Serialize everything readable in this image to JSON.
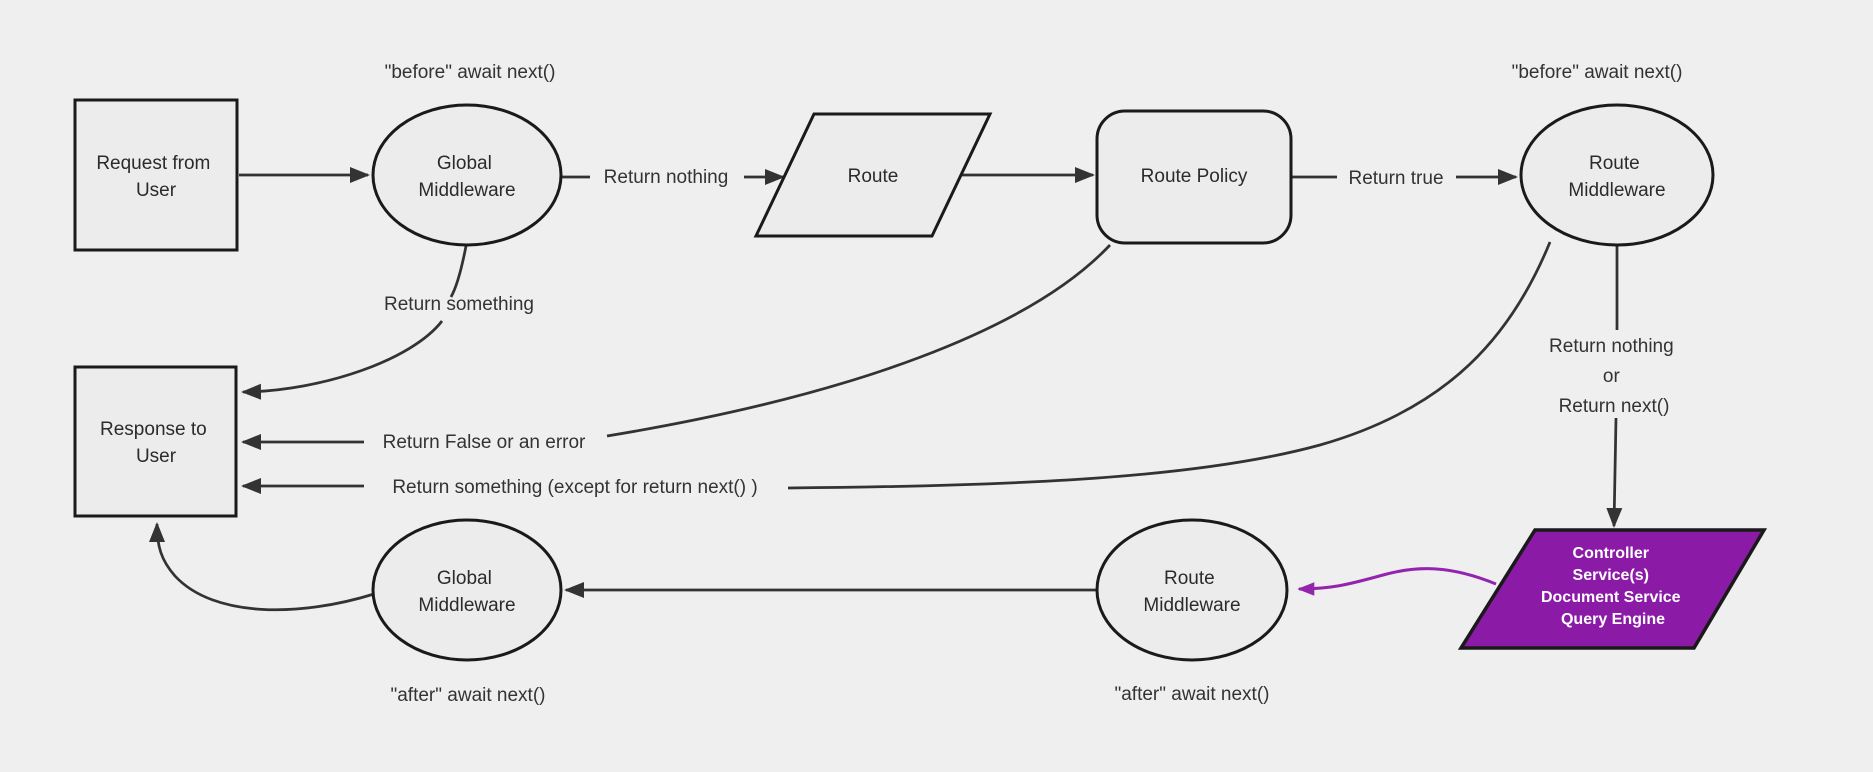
{
  "diagram": {
    "type": "flowchart-middleware-lifecycle",
    "nodes": {
      "request": {
        "shape": "rectangle",
        "lines": [
          "Request from",
          "User"
        ]
      },
      "global_middleware_top": {
        "shape": "ellipse",
        "lines": [
          "Global",
          "Middleware"
        ]
      },
      "route": {
        "shape": "parallelogram",
        "label": "Route"
      },
      "route_policy": {
        "shape": "rounded-rectangle",
        "label": "Route Policy"
      },
      "route_middleware_top": {
        "shape": "ellipse",
        "lines": [
          "Route",
          "Middleware"
        ]
      },
      "response": {
        "shape": "rectangle",
        "lines": [
          "Response to",
          "User"
        ]
      },
      "global_middleware_bottom": {
        "shape": "ellipse",
        "lines": [
          "Global",
          "Middleware"
        ]
      },
      "route_middleware_bottom": {
        "shape": "ellipse",
        "lines": [
          "Route",
          "Middleware"
        ]
      },
      "controller": {
        "shape": "parallelogram",
        "lines": [
          "Controller",
          "Service(s)",
          "Document Service",
          "Query Engine"
        ]
      }
    },
    "edge_labels": {
      "return_nothing": "Return nothing",
      "return_true": "Return true",
      "return_something": "Return something",
      "return_false_or_error": "Return False or an error",
      "return_something_except": "Return something (except for return next() )",
      "return_nothing_or_next": {
        "lines": [
          "Return nothing",
          "or",
          "Return next()"
        ]
      }
    },
    "annotations": {
      "before_await_top_left": "\"before\" await next()",
      "before_await_top_right": "\"before\" await next()",
      "after_await_bottom_left": "\"after\" await next()",
      "after_await_bottom_right": "\"after\" await next()"
    },
    "colors": {
      "background": "#efefef",
      "node_fill": "#ececec",
      "node_stroke": "#1a1a1a",
      "edge_stroke": "#333333",
      "text": "#333333",
      "accent_purple": "#8b1ba6",
      "accent_purple_arrow": "#9324ae",
      "controller_text": "#ffffff"
    }
  }
}
